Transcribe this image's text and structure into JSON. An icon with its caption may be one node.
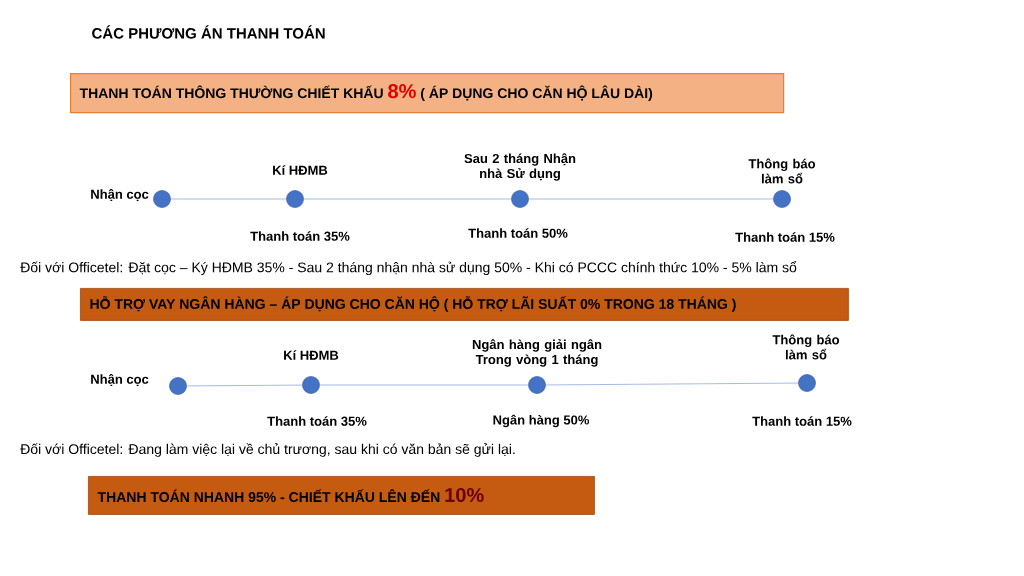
{
  "diagram": {
    "title": "CÁC PHƯƠNG ÁN THANH TOÁN",
    "nodes": [
      {
        "text": [
          "THANH TOÁN THÔNG THƯỜNG CHIẾT KHẤU",
          "8%",
          "( ÁP DỤNG CHO CĂN HỘ LÂU DÀI)"
        ]
      },
      {
        "text": [],
        "shape": "circle",
        "beside": [
          "Nhận cọc"
        ]
      },
      {
        "text": [],
        "shape": "circle",
        "beside": [
          "Kí HĐMB",
          "Thanh toán 35%"
        ]
      },
      {
        "text": [],
        "shape": "circle",
        "beside": [
          "Sau 2 tháng Nhận nhà Sử dụng",
          "Thanh toán 50%"
        ]
      },
      {
        "text": [],
        "shape": "circle",
        "beside": [
          "Thông báo làm sổ",
          "Thanh toán 15%"
        ]
      },
      {
        "text": [
          "HỖ TRỢ VAY NGÂN HÀNG – ÁP DỤNG CHO CĂN HỘ ( HỖ TRỢ LÃI SUẤT 0% TRONG 18 THÁNG )"
        ]
      },
      {
        "text": [],
        "shape": "circle",
        "beside": [
          "Nhận cọc"
        ]
      },
      {
        "text": [],
        "shape": "circle",
        "beside": [
          "Kí HĐMB",
          "Thanh toán 35%"
        ]
      },
      {
        "text": [],
        "shape": "circle",
        "beside": [
          "Ngân hàng giải ngân Trong vòng 1 tháng",
          "Ngân hàng 50%"
        ]
      },
      {
        "text": [],
        "shape": "circle",
        "beside": [
          "Thông báo làm sổ",
          "Thanh toán 15%"
        ]
      },
      {
        "text": [
          "THANH TOÁN NHANH 95% - CHIẾT KHẤU LÊN ĐẾN",
          "10%"
        ]
      }
    ],
    "edges": [
      {
        "from": 1,
        "to": 2,
        "arrow": "none"
      },
      {
        "from": 2,
        "to": 3,
        "arrow": "none"
      },
      {
        "from": 3,
        "to": 4,
        "arrow": "none"
      },
      {
        "from": 6,
        "to": 7,
        "arrow": "none"
      },
      {
        "from": 7,
        "to": 8,
        "arrow": "none"
      },
      {
        "from": 8,
        "to": 9,
        "arrow": "none"
      }
    ],
    "labels": [
      "Đối với Officetel: Đặt cọc – Ký HĐMB 35% - Sau 2 tháng nhận nhà sử dụng 50% - Khi có PCCC chính thức 10% - 5% làm sổ",
      "Đối với Officetel: Đang làm việc lại về chủ trương, sau khi có văn bản sẽ gửi lại."
    ]
  }
}
